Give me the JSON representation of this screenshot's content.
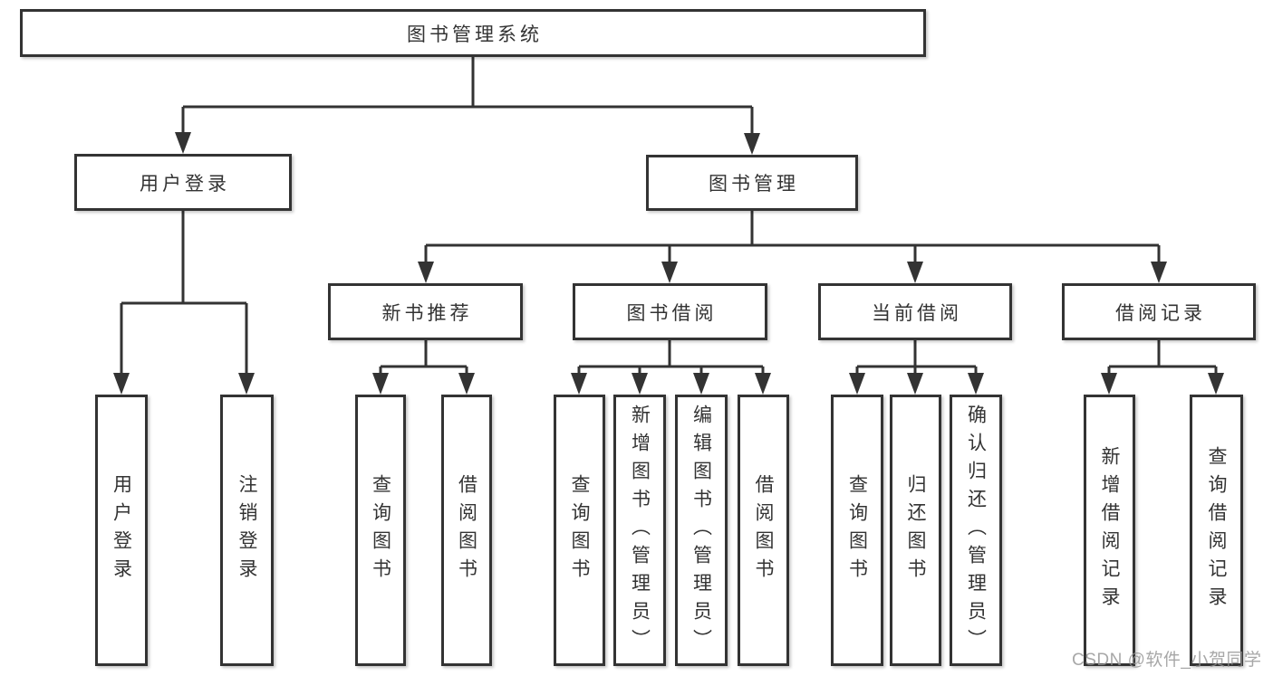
{
  "diagram": {
    "root": {
      "label": "图书管理系统"
    },
    "user_login": {
      "label": "用户登录",
      "children": [
        {
          "label": "用户登录"
        },
        {
          "label": "注销登录"
        }
      ]
    },
    "book_mgmt": {
      "label": "图书管理",
      "sections": [
        {
          "label": "新书推荐",
          "children": [
            {
              "label": "查询图书"
            },
            {
              "label": "借阅图书"
            }
          ]
        },
        {
          "label": "图书借阅",
          "children": [
            {
              "label": "查询图书"
            },
            {
              "label": "新增图书（管理员）"
            },
            {
              "label": "编辑图书（管理员）"
            },
            {
              "label": "借阅图书"
            }
          ]
        },
        {
          "label": "当前借阅",
          "children": [
            {
              "label": "查询图书"
            },
            {
              "label": "归还图书"
            },
            {
              "label": "确认归还（管理员）"
            }
          ]
        },
        {
          "label": "借阅记录",
          "children": [
            {
              "label": "新增借阅记录"
            },
            {
              "label": "查询借阅记录"
            }
          ]
        }
      ]
    }
  },
  "watermark": {
    "text": "CSDN @软件_小贺同学"
  },
  "colors": {
    "line": "#333333",
    "box_fill": "#ffffff",
    "watermark": "#949494"
  }
}
